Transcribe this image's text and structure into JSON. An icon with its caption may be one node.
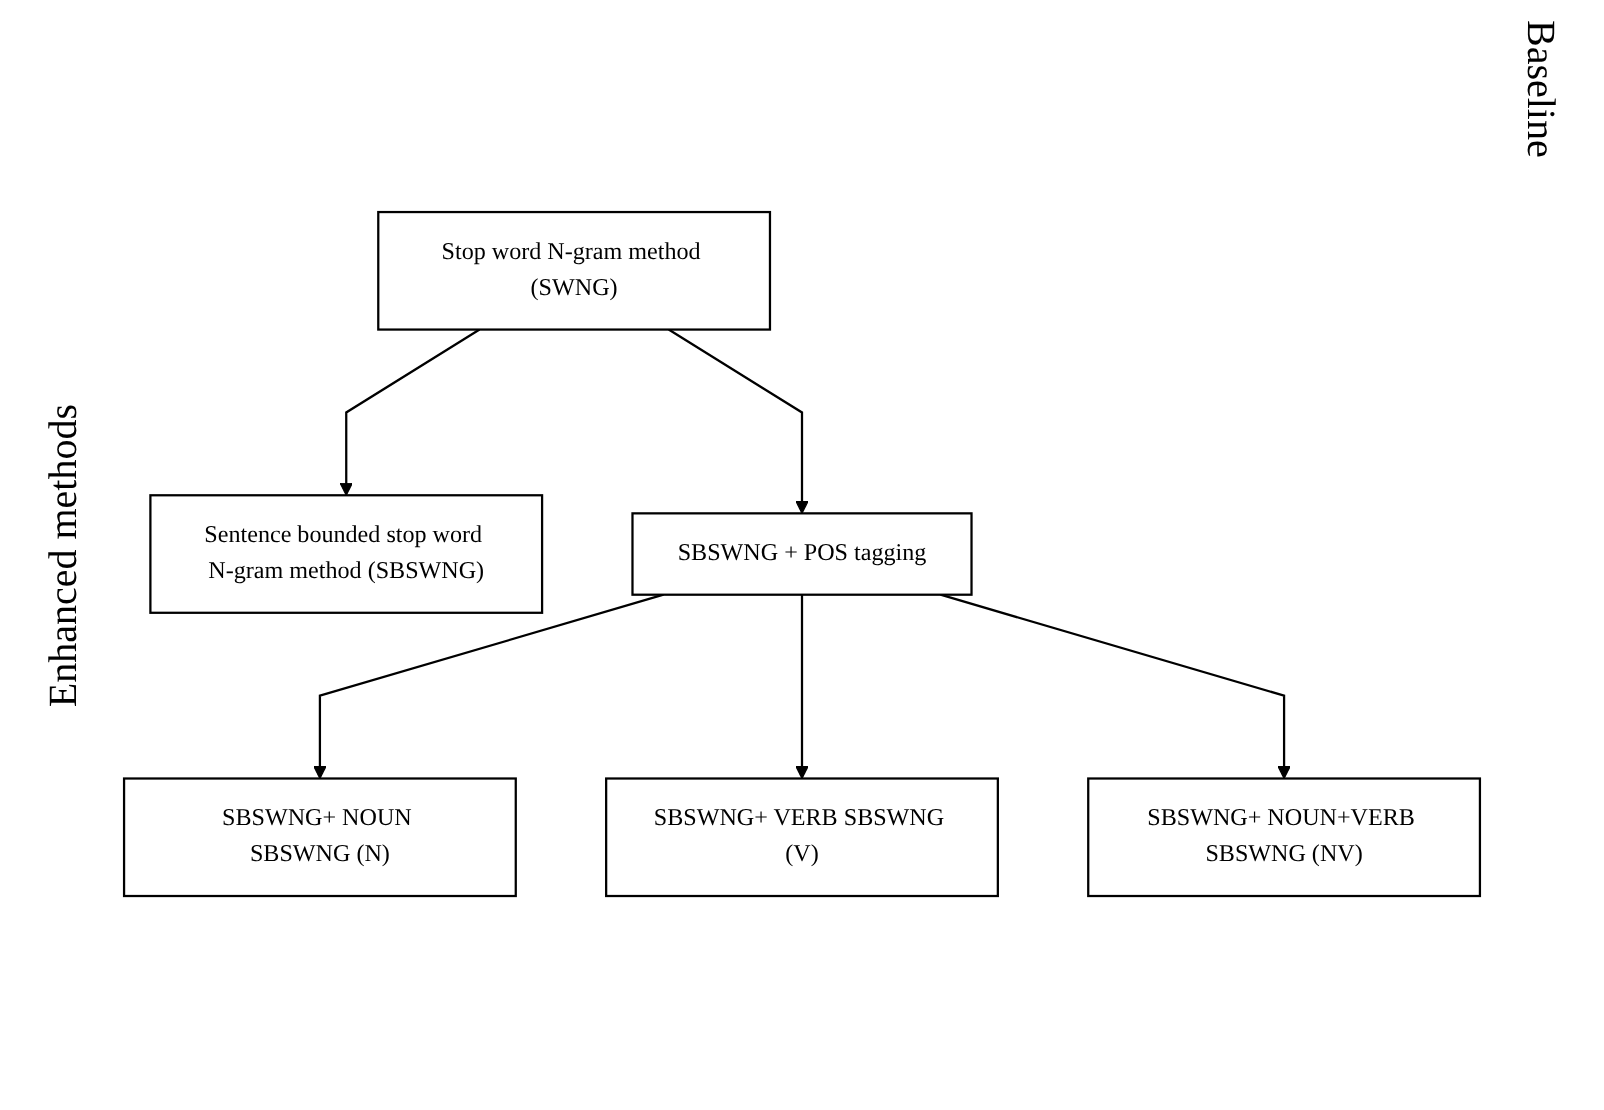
{
  "diagram": {
    "nodes": [
      {
        "text": [
          "Stop word N-gram method (SWNG)"
        ]
      },
      {
        "text": [
          "Sentence bounded stop word N-gram method (SBSWNG)"
        ]
      },
      {
        "text": [
          "SBSWNG + POS tagging"
        ]
      },
      {
        "text": [
          "SBSWNG+ NOUN SBSWNG (N)"
        ]
      },
      {
        "text": [
          "SBSWNG+ VERB SBSWNG (V)"
        ]
      },
      {
        "text": [
          "SBSWNG+ NOUN+VERB SBSWNG (NV)"
        ]
      }
    ],
    "edges": [
      {
        "from": 0,
        "to": 1,
        "arrow": "to"
      },
      {
        "from": 0,
        "to": 2,
        "arrow": "to"
      },
      {
        "from": 2,
        "to": 3,
        "arrow": "to"
      },
      {
        "from": 2,
        "to": 4,
        "arrow": "to"
      },
      {
        "from": 2,
        "to": 5,
        "arrow": "to"
      }
    ],
    "labels": [
      "Baseline",
      "Enhanced methods"
    ]
  }
}
